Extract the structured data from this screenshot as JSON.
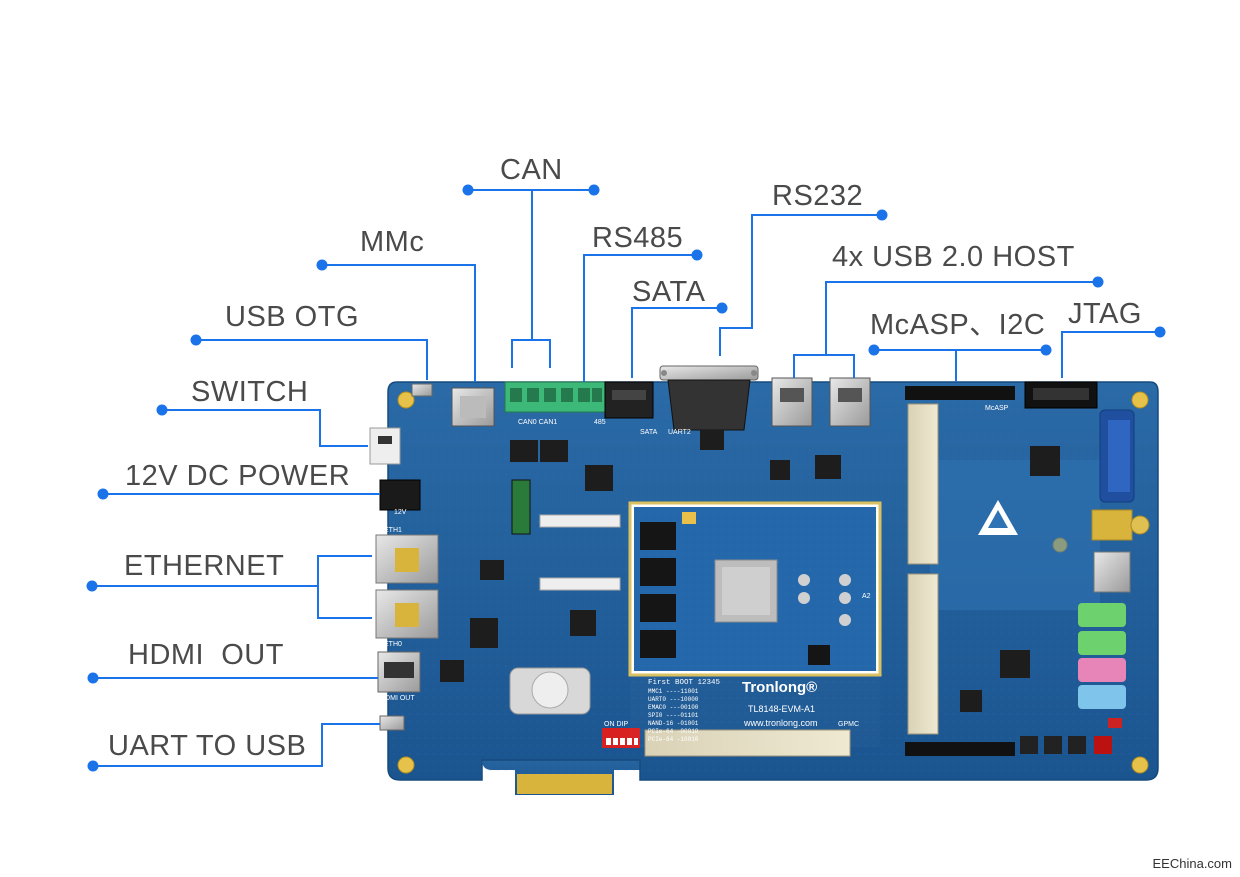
{
  "labels": {
    "can": "CAN",
    "mmc": "MMc",
    "rs485": "RS485",
    "rs232": "RS232",
    "sata": "SATA",
    "usb_host": "4x USB 2.0 HOST",
    "usb_otg": "USB OTG",
    "mcasp_i2c": "McASP、I2C",
    "jtag": "JTAG",
    "switch": "SWITCH",
    "dc_power": "12V DC POWER",
    "ethernet": "ETHERNET",
    "hdmi_out": "HDMI  OUT",
    "uart_to_usb": "UART TO USB"
  },
  "board": {
    "brand": "Tronlong®",
    "model": "TL8148-EVM-A1",
    "website": "www.tronlong.com",
    "boot_title": "First BOOT  12345",
    "boot_rows": [
      "MMC1 ----11001",
      "UART0 ---10000",
      "EMAC0 ---00100",
      "SPI0 ----01101",
      "NAND-16 -01001",
      "PCIe-64 -00010",
      "PCIe-64 -10010"
    ],
    "silk_can": "CAN0      CAN1",
    "silk_485": "485",
    "silk_sata": "SATA",
    "silk_uart2": "UART2",
    "silk_mcasp": "McASP",
    "silk_eth1": "ETH1",
    "silk_eth0": "ETH0",
    "silk_hdmi": "HDMI OUT",
    "silk_12v": "12V",
    "silk_dip": "ON     DIP",
    "silk_a2": "A2",
    "silk_gpmc": "GPMC"
  },
  "colors": {
    "board": "#1f5f98",
    "leader": "#1a73e8",
    "label": "#4a4a4a",
    "connector_green": "#3cb878",
    "gold": "#d9b43c"
  },
  "watermark": "EEChina.com"
}
